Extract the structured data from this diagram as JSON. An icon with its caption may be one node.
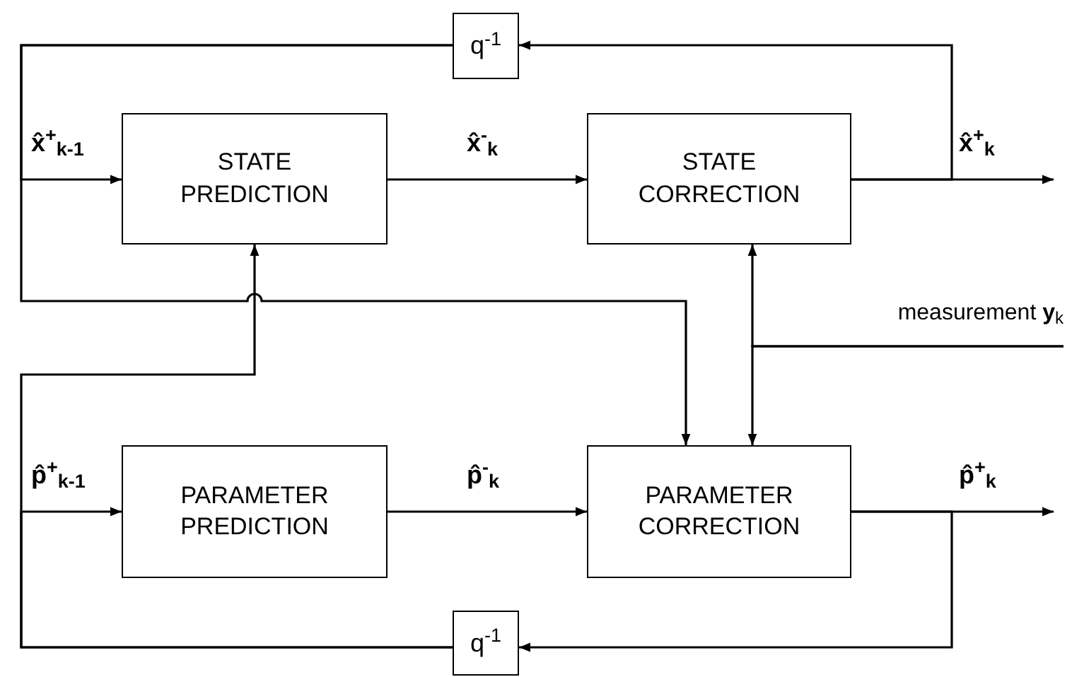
{
  "diagram": {
    "nodes": [
      {
        "text": [
          "q$^{-1}$"
        ]
      },
      {
        "text": [
          "STATE PREDICTION"
        ]
      },
      {
        "text": [
          "STATE CORRECTION"
        ]
      },
      {
        "text": [
          "PARAMETER PREDICTION"
        ]
      },
      {
        "text": [
          "PARAMETER CORRECTION"
        ]
      },
      {
        "text": [
          "q$^{-1}$"
        ]
      },
      {
        "text": [
          "measurement **y**$_{k}$"
        ]
      }
    ],
    "edges": [
      {
        "from": 0,
        "to": 1,
        "arrow": "to",
        "label": "x̂$^{+}$$_{k-1}$"
      },
      {
        "from": 0,
        "to": 4,
        "arrow": "to"
      },
      {
        "from": 1,
        "to": 2,
        "arrow": "to",
        "label": "x̂$^{-}$$_{k}$"
      },
      {
        "from": 2,
        "to": null,
        "arrow": "to",
        "label": "x̂$^{+}$$_{k}$"
      },
      {
        "from": 2,
        "to": 0,
        "arrow": "to"
      },
      {
        "from": 6,
        "to": 2,
        "arrow": "to"
      },
      {
        "from": 6,
        "to": 4,
        "arrow": "to"
      },
      {
        "from": 5,
        "to": 3,
        "arrow": "to",
        "label": "p̂$^{+}$$_{k-1}$"
      },
      {
        "from": 5,
        "to": 1,
        "arrow": "to"
      },
      {
        "from": 3,
        "to": 4,
        "arrow": "to",
        "label": "p̂$^{-}$$_{k}$"
      },
      {
        "from": 4,
        "to": null,
        "arrow": "to",
        "label": "p̂$^{+}$$_{k}$"
      },
      {
        "from": 4,
        "to": 5,
        "arrow": "to"
      }
    ]
  }
}
